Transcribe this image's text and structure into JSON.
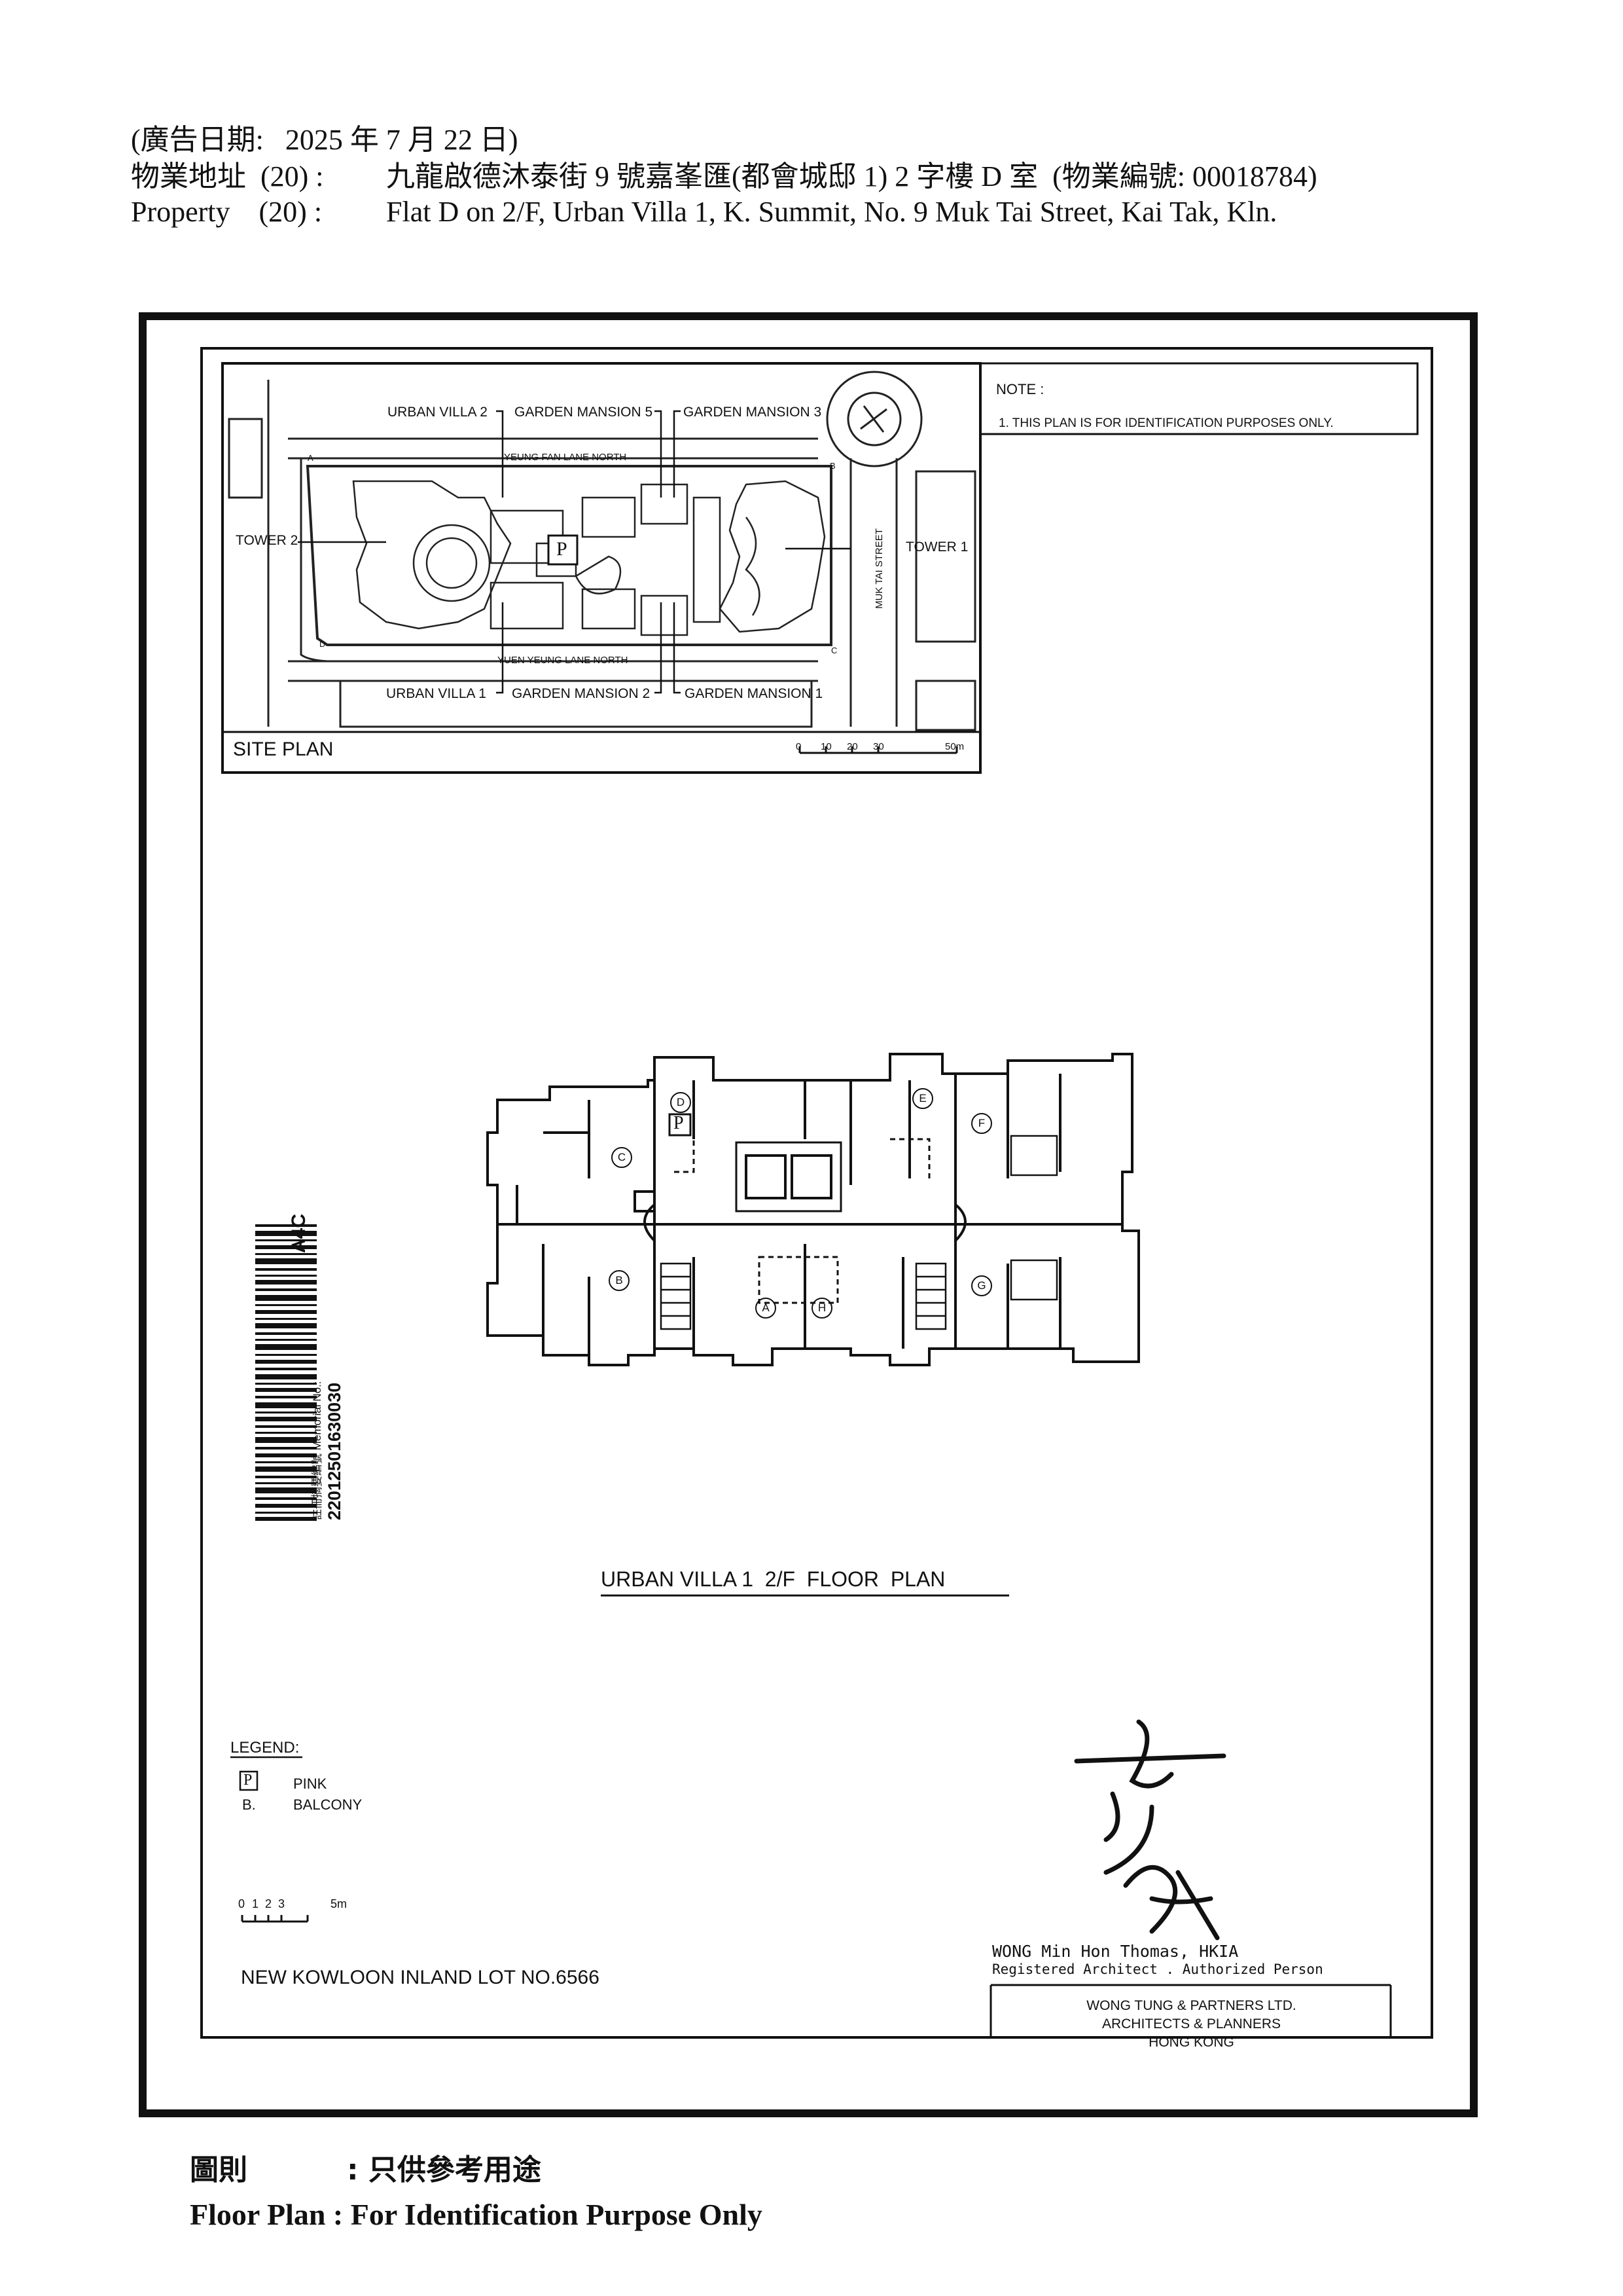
{
  "header": {
    "ad_date": "(廣告日期:   2025 年 7 月 22 日)",
    "address_cn_label": "物業地址  (20) :",
    "address_cn": "九龍啟德沐泰街 9 號嘉峯匯(都會城邸 1) 2 字樓 D 室  (物業編號: 00018784)",
    "address_en_label": "Property    (20) :",
    "address_en": "Flat D on 2/F, Urban Villa 1, K. Summit, No. 9 Muk Tai Street, Kai Tak, Kln."
  },
  "site_plan": {
    "title": "SITE PLAN",
    "labels": {
      "urban_villa_2": "URBAN VILLA 2",
      "garden_mansion_5": "GARDEN MANSION 5",
      "garden_mansion_3": "GARDEN MANSION 3",
      "yeung_fan_lane": "YEUNG FAN LANE NORTH",
      "tower_2": "TOWER 2",
      "tower_1": "TOWER 1",
      "muk_tai_street": "MUK TAI STREET",
      "yuen_yeung_lane": "YUEN YEUNG LANE NORTH",
      "urban_villa_1": "URBAN VILLA 1",
      "garden_mansion_2": "GARDEN MANSION 2",
      "garden_mansion_1": "GARDEN MANSION 1",
      "parking": "P",
      "corner_a": "A",
      "corner_b": "B",
      "corner_c": "C",
      "corner_d": "D"
    },
    "scale_ticks": [
      "0",
      "10",
      "20",
      "30",
      "50m"
    ]
  },
  "note": {
    "heading": "NOTE :",
    "line1": "1. THIS PLAN IS FOR IDENTIFICATION PURPOSES ONLY."
  },
  "floor_plan": {
    "title": "URBAN VILLA 1  2/F  FLOOR  PLAN",
    "flats": [
      "A",
      "B",
      "C",
      "D",
      "E",
      "F",
      "G",
      "H"
    ],
    "pink_marker": "P"
  },
  "barcode": {
    "code": "A4C",
    "memorial_label": "註冊摘要編號  Memorial No.:",
    "memorial_no": "22012501630030"
  },
  "legend": {
    "heading": "LEGEND:",
    "p_symbol": "P",
    "p_text": "PINK",
    "b_symbol": "B.",
    "b_text": "BALCONY"
  },
  "scale2_ticks": [
    "0",
    "1",
    "2",
    "3",
    "5m"
  ],
  "lot": "NEW KOWLOON INLAND LOT NO.6566",
  "architect": {
    "name": "WONG Min Hon Thomas, HKIA",
    "title": "Registered Architect . Authorized Person",
    "firm1": "WONG TUNG & PARTNERS LTD.",
    "firm2": "ARCHITECTS & PLANNERS",
    "firm3": "HONG KONG"
  },
  "footer": {
    "cn_label": "圖則",
    "cn_text": ": 只供參考用途",
    "en": "Floor Plan : For Identification Purpose Only"
  }
}
